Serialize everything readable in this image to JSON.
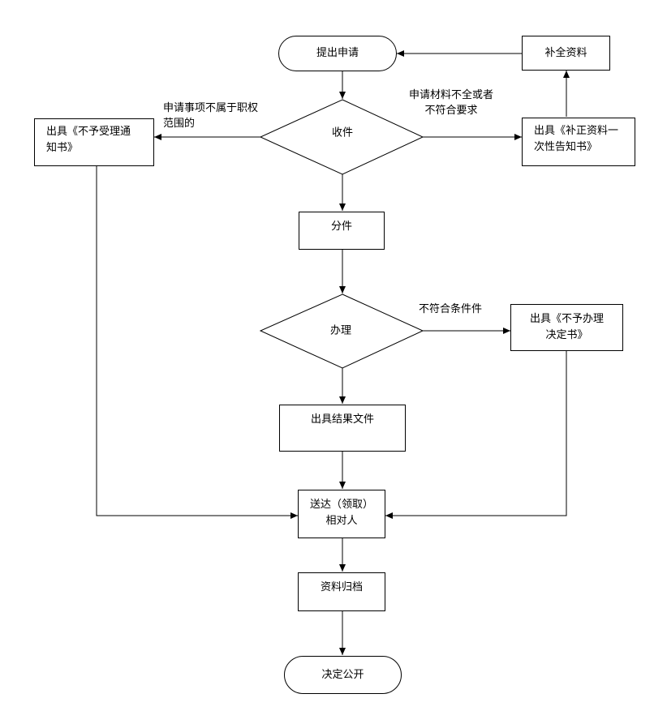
{
  "nodes": {
    "submit": "提出申请",
    "supplement": "补全资料",
    "receive": "收件",
    "not_accept_notice": "出具《不予受理通\n知书》",
    "correction_notice": "出具《补正资料一\n次性告知书》",
    "assign": "分件",
    "process": "办理",
    "not_process_decision": "出具《不予办理\n决定书》",
    "issue_result": "出具结果文件",
    "deliver": "送达（领取）\n相对人",
    "archive": "资料归档",
    "publish": "决定公开"
  },
  "edge_labels": {
    "out_of_scope": "申请事项不属于职权\n范围的",
    "incomplete": "申请材料不全或者\n不符合要求",
    "not_qualified": "不符合条件件"
  }
}
